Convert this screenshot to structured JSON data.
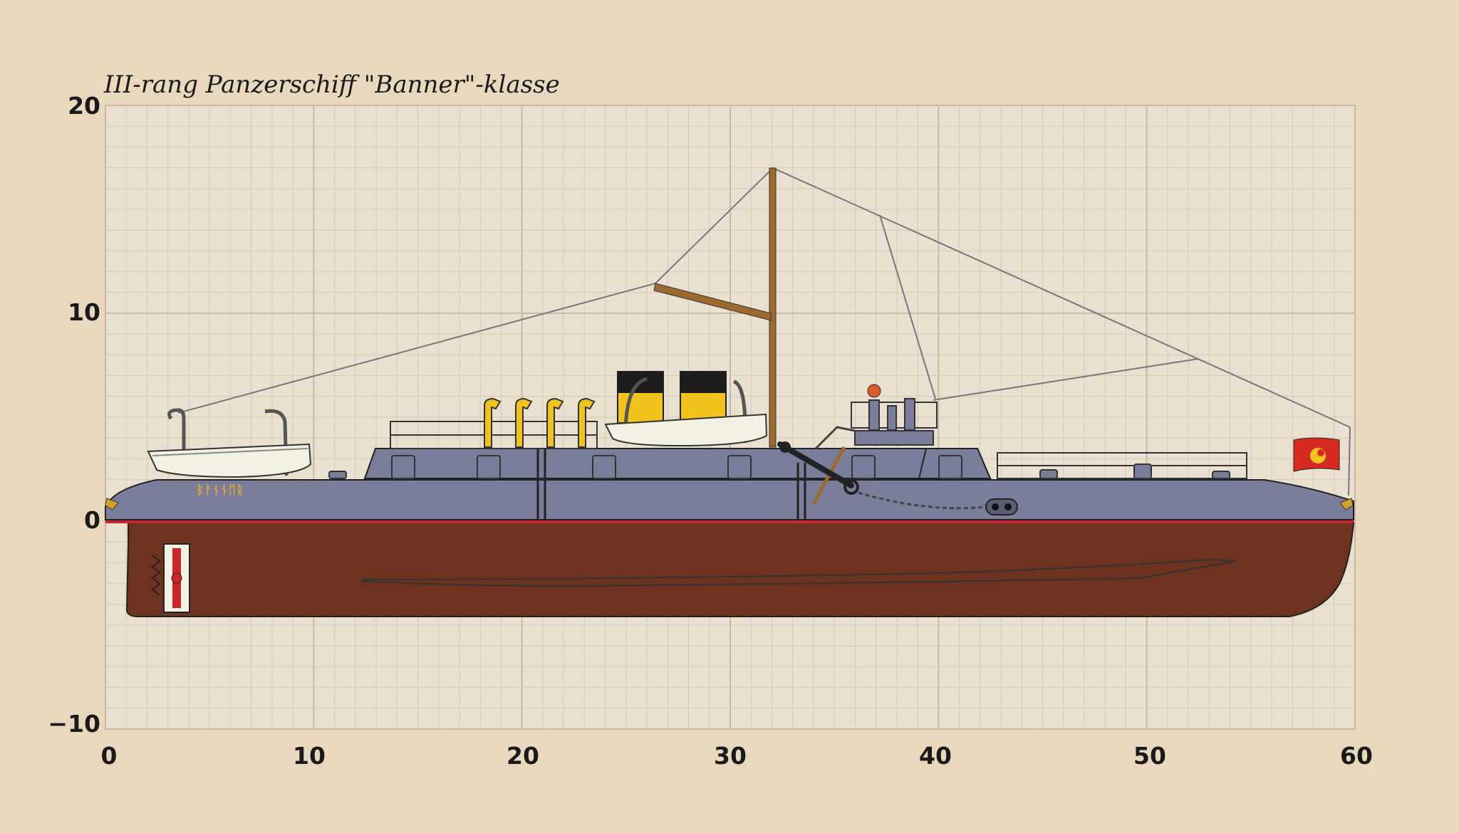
{
  "diagram": {
    "title": "III-rang Panzerschiff \"Banner\"-klasse",
    "hull_name": "ᛒᚨᚾᚾᛖᚱ",
    "x_ticks": [
      "0",
      "10",
      "20",
      "30",
      "40",
      "50",
      "60"
    ],
    "y_ticks": [
      "20",
      "10",
      "0",
      "−10"
    ],
    "x_range": [
      0,
      60
    ],
    "y_range": [
      -10,
      20
    ],
    "colors": {
      "background": "#e8d8bd",
      "grid_minor": "#d4c8b6",
      "grid_major": "#c6baa7",
      "deck": "#7b7e9a",
      "hull": "#6e3320",
      "boot_top": "#c8252d",
      "funnel_yellow": "#f2c21d",
      "funnel_black": "#1c1c1c",
      "mast": "#9c6a2c",
      "boat": "#f3f1e2",
      "flag": "#d82a20"
    }
  }
}
